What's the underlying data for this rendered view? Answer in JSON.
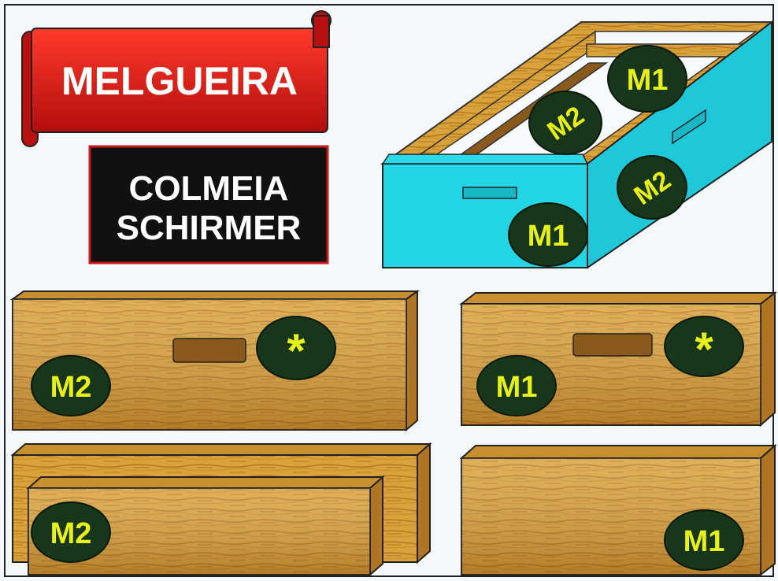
{
  "banner": {
    "title": "MELGUEIRA"
  },
  "subtitle": {
    "line1": "COLMEIA",
    "line2": "SCHIRMER"
  },
  "labels": {
    "box_front": "M1",
    "box_side": "M2",
    "box_inner_back": "M1",
    "box_inner_divider": "M2",
    "side_panel_left": "M2",
    "side_panel_left_mark": "*",
    "side_panel_right": "M1",
    "side_panel_right_mark": "*",
    "bottom_panel_left": "M2",
    "bottom_panel_right": "M1"
  },
  "colors": {
    "banner_red": "#e01818",
    "box_blue": "#22d6e6",
    "label_bg": "#17361a",
    "label_text": "#e8f01a",
    "wood": "#d9a23a"
  }
}
